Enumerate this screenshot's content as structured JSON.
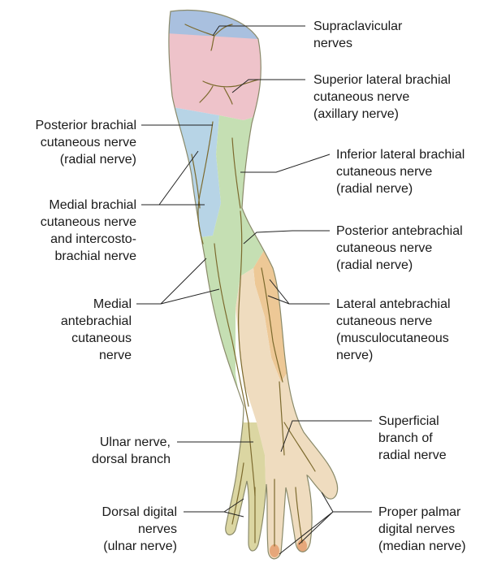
{
  "labels": {
    "supraclavicular": "Supraclavicular\nnerves",
    "superior_lateral_brachial": "Superior lateral brachial\ncutaneous nerve\n(axillary nerve)",
    "posterior_brachial": "Posterior brachial\ncutaneous nerve\n(radial nerve)",
    "inferior_lateral_brachial": "Inferior lateral brachial\ncutaneous nerve\n(radial nerve)",
    "medial_brachial": "Medial brachial\ncutaneous nerve\nand intercosto-\nbrachial nerve",
    "posterior_antebrachial": "Posterior antebrachial\ncutaneous nerve\n(radial nerve)",
    "medial_antebrachial": "Medial\nantebrachial\ncutaneous\nnerve",
    "lateral_antebrachial": "Lateral antebrachial\ncutaneous nerve\n(musculocutaneous\nnerve)",
    "superficial_radial": "Superficial\nbranch of\nradial nerve",
    "ulnar_dorsal": "Ulnar nerve,\ndorsal branch",
    "dorsal_digital": "Dorsal digital\nnerves\n(ulnar nerve)",
    "proper_palmar": "Proper palmar\ndigital nerves\n(median nerve)"
  },
  "colors": {
    "supraclavicular_zone": "#a9c0df",
    "axillary_zone": "#eec3ca",
    "medial_brachial_zone": "#b7d4e6",
    "radial_zone": "#c5dfb3",
    "musculocutaneous_zone": "#edc896",
    "hand_ulnar_zone": "#dbd6a2",
    "hand_median_zone": "#efdcbf",
    "nerve_stroke": "#7c6a2e",
    "leader_line": "#222222",
    "outline": "#8a8a6a"
  }
}
